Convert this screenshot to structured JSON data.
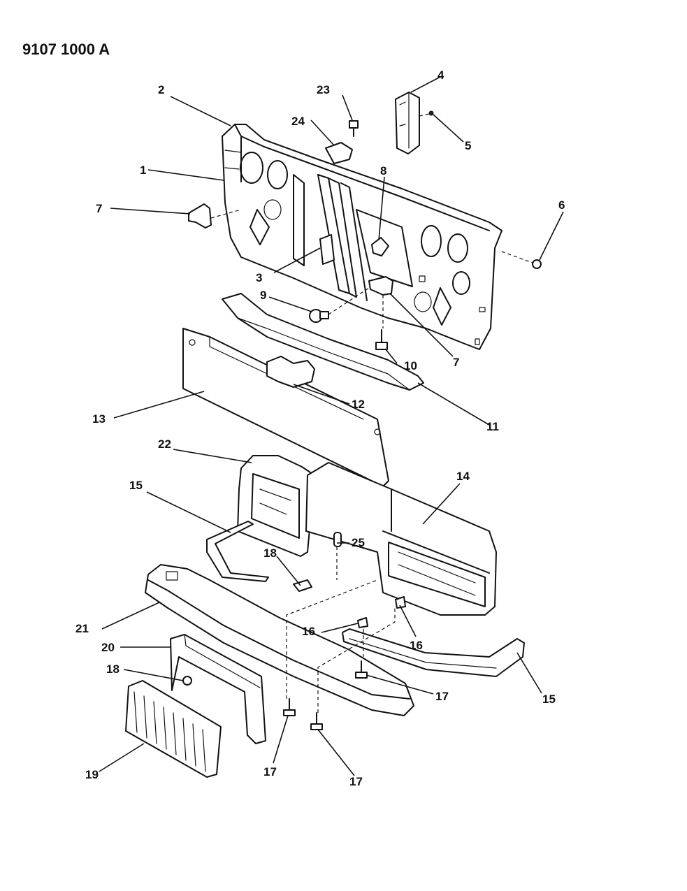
{
  "header": {
    "code": "9107 1000 A"
  },
  "callouts": [
    {
      "id": "c1",
      "text": "1"
    },
    {
      "id": "c2",
      "text": "2"
    },
    {
      "id": "c3",
      "text": "3"
    },
    {
      "id": "c4",
      "text": "4"
    },
    {
      "id": "c5",
      "text": "5"
    },
    {
      "id": "c6",
      "text": "6"
    },
    {
      "id": "c7a",
      "text": "7"
    },
    {
      "id": "c7b",
      "text": "7"
    },
    {
      "id": "c8",
      "text": "8"
    },
    {
      "id": "c9",
      "text": "9"
    },
    {
      "id": "c10",
      "text": "10"
    },
    {
      "id": "c11",
      "text": "11"
    },
    {
      "id": "c12",
      "text": "12"
    },
    {
      "id": "c13",
      "text": "13"
    },
    {
      "id": "c14",
      "text": "14"
    },
    {
      "id": "c15a",
      "text": "15"
    },
    {
      "id": "c15b",
      "text": "15"
    },
    {
      "id": "c16a",
      "text": "16"
    },
    {
      "id": "c16b",
      "text": "16"
    },
    {
      "id": "c17a",
      "text": "17"
    },
    {
      "id": "c17b",
      "text": "17"
    },
    {
      "id": "c17c",
      "text": "17"
    },
    {
      "id": "c18a",
      "text": "18"
    },
    {
      "id": "c18b",
      "text": "18"
    },
    {
      "id": "c19",
      "text": "19"
    },
    {
      "id": "c20",
      "text": "20"
    },
    {
      "id": "c21",
      "text": "21"
    },
    {
      "id": "c22",
      "text": "22"
    },
    {
      "id": "c23",
      "text": "23"
    },
    {
      "id": "c24",
      "text": "24"
    },
    {
      "id": "c25",
      "text": "25"
    }
  ]
}
